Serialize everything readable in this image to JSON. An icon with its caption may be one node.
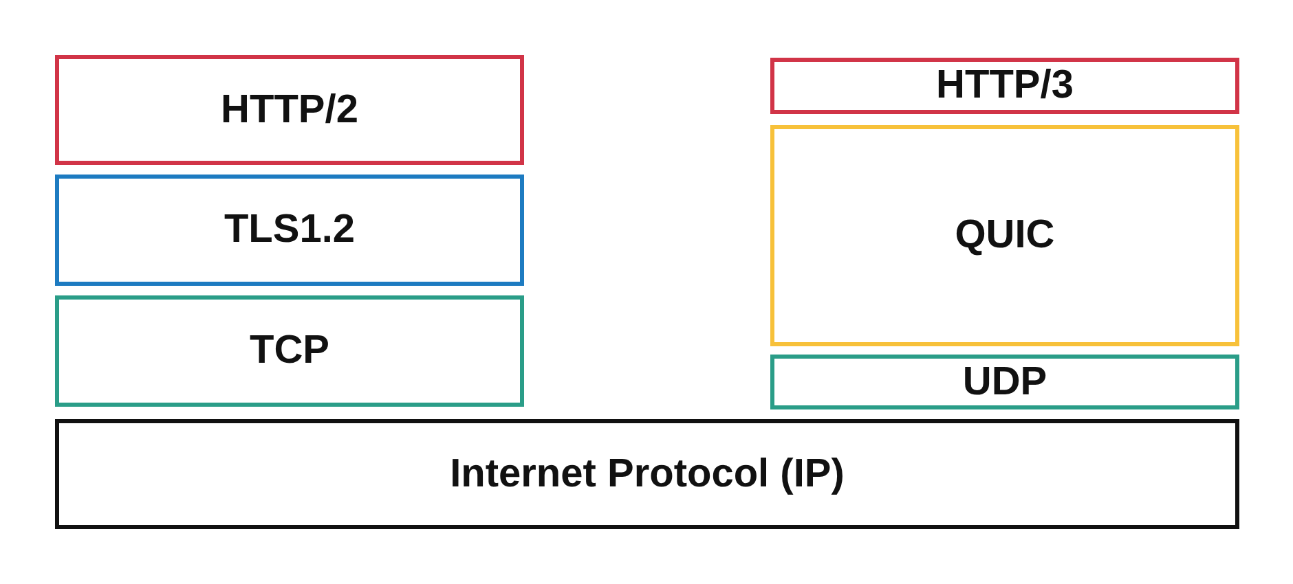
{
  "diagram": {
    "nodes": [
      {
        "text": [
          "HTTP/2"
        ]
      },
      {
        "text": [
          "HTTP/3"
        ]
      },
      {
        "text": [
          "TLS1.2"
        ]
      },
      {
        "text": [
          "QUIC"
        ]
      },
      {
        "text": [
          "TCP"
        ]
      },
      {
        "text": [
          "UDP"
        ]
      },
      {
        "text": [
          "Internet Protocol (IP)"
        ]
      }
    ]
  }
}
